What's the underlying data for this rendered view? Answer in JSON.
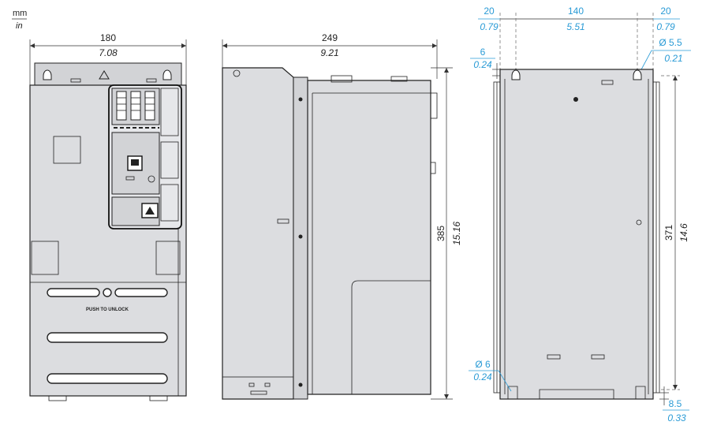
{
  "units": {
    "primary": "mm",
    "secondary": "in"
  },
  "front_view": {
    "width": {
      "mm": "180",
      "in": "7.08"
    },
    "label_push": "PUSH TO UNLOCK"
  },
  "side_view": {
    "depth": {
      "mm": "249",
      "in": "9.21"
    },
    "height": {
      "mm": "385",
      "in": "15.16"
    }
  },
  "rear_view": {
    "left_margin": {
      "mm": "20",
      "in": "0.79"
    },
    "hole_spacing": {
      "mm": "140",
      "in": "5.51"
    },
    "right_margin": {
      "mm": "20",
      "in": "0.79"
    },
    "top_hole_diameter": {
      "mm": "Ø 5.5",
      "in": "0.21"
    },
    "top_offset": {
      "mm": "6",
      "in": "0.24"
    },
    "hole_vertical_spacing": {
      "mm": "371",
      "in": "14.6"
    },
    "bottom_hole_diameter": {
      "mm": "Ø 6",
      "in": "0.24"
    },
    "bottom_offset": {
      "mm": "8.5",
      "in": "0.33"
    }
  },
  "colors": {
    "dimension_blue": "#2a9bd6",
    "body_gray": "#dcdde0",
    "outline": "#222222"
  }
}
